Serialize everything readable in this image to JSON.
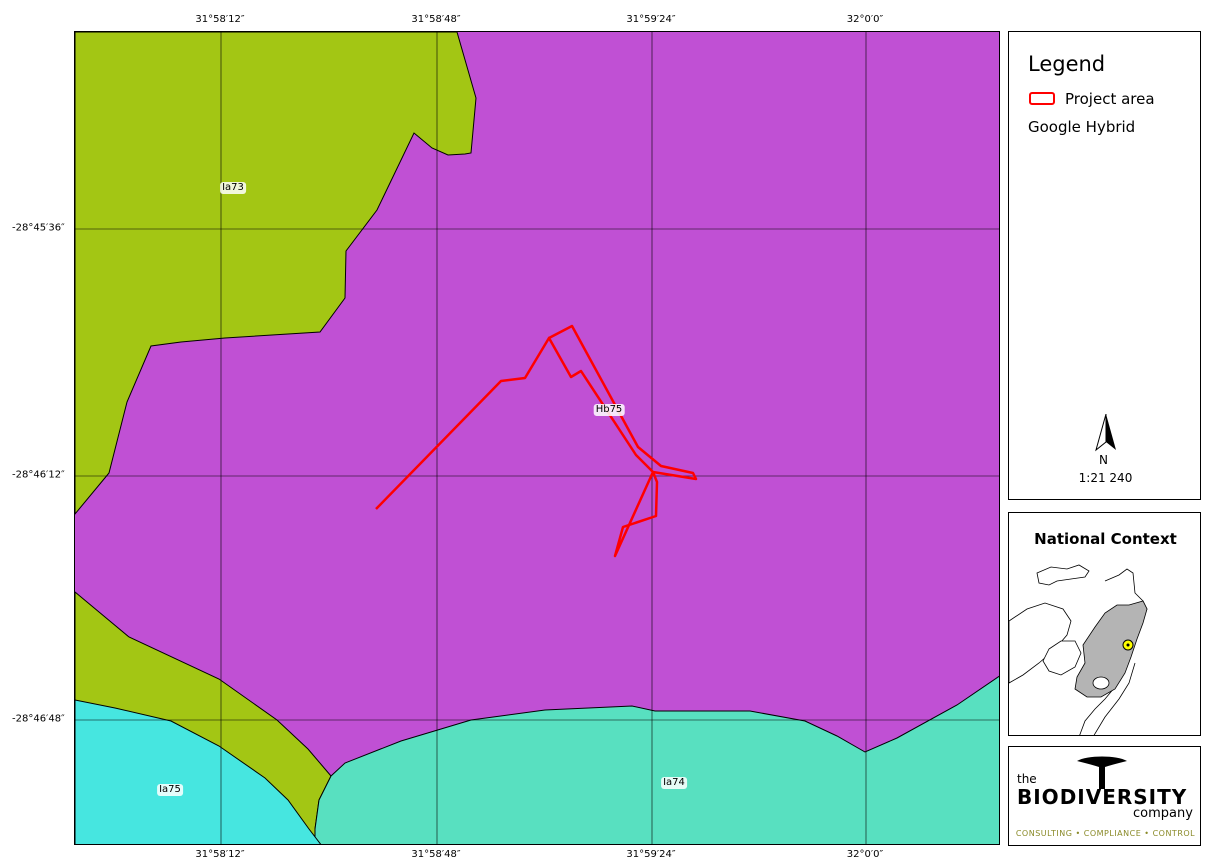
{
  "map": {
    "top_coords": [
      "31°58′12″",
      "31°58′48″",
      "31°59′24″",
      "32°0′0″"
    ],
    "bottom_coords": [
      "31°58′12″",
      "31°58′48″",
      "31°59′24″",
      "32°0′0″"
    ],
    "left_coords": [
      "-28°45′36″",
      "-28°46′12″",
      "-28°46′48″"
    ],
    "zones": [
      {
        "label": "Ia73",
        "color": "#a3c614"
      },
      {
        "label": "Hb75",
        "color": "#c050d4"
      },
      {
        "label": "Ia75",
        "color": "#46e6e0"
      },
      {
        "label": "Ia74",
        "color": "#58e0c0"
      }
    ],
    "project_outline_color": "#ff0000"
  },
  "legend": {
    "title": "Legend",
    "items": [
      {
        "label": "Project area",
        "icon": "red-outline-rectangle-icon"
      },
      {
        "label": "Google Hybrid"
      }
    ],
    "north_label": "N",
    "scale": "1:21 240"
  },
  "context": {
    "title": "National Context",
    "region_color": "#b4b4b4",
    "marker_color": "#ffff00"
  },
  "logo": {
    "the": "the",
    "name": "BIODIVERSITY",
    "company": "company",
    "tagline": "CONSULTING • COMPLIANCE • CONTROL"
  }
}
